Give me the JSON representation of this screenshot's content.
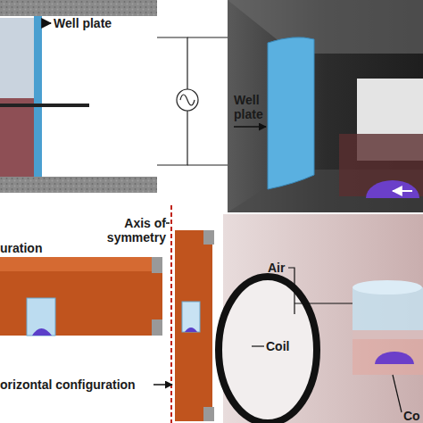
{
  "diagram": {
    "labels": [
      "Well plate",
      "Well plate",
      "Axis of symmetry",
      "uration",
      "orizontal configuration",
      "Air",
      "Coil",
      "Co"
    ]
  }
}
